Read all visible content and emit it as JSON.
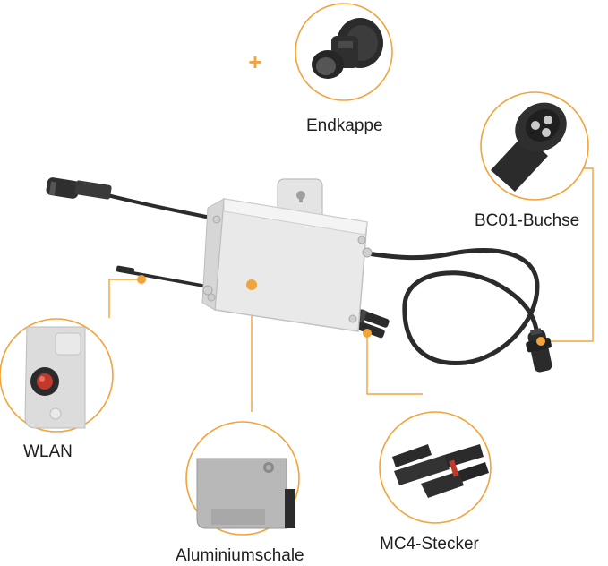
{
  "labels": {
    "endkappe": "Endkappe",
    "bc01": "BC01-Buchse",
    "wlan": "WLAN",
    "alu": "Aluminiumschale",
    "mc4": "MC4-Stecker"
  },
  "plus_symbol": "+",
  "colors": {
    "accent": "#f2a33a",
    "cable": "#2b2b2b",
    "housing": "#e6e6e6",
    "housing_edge": "#bdbdbd",
    "callout_line": "#f2a33a",
    "text": "#1e1e1e"
  },
  "icons": {
    "plus": "plus-icon",
    "endcap": "endcap-connector-icon",
    "bc01": "bc01-socket-icon",
    "wlan": "wlan-button-icon",
    "alu": "aluminium-shell-icon",
    "mc4": "mc4-connector-icon"
  }
}
